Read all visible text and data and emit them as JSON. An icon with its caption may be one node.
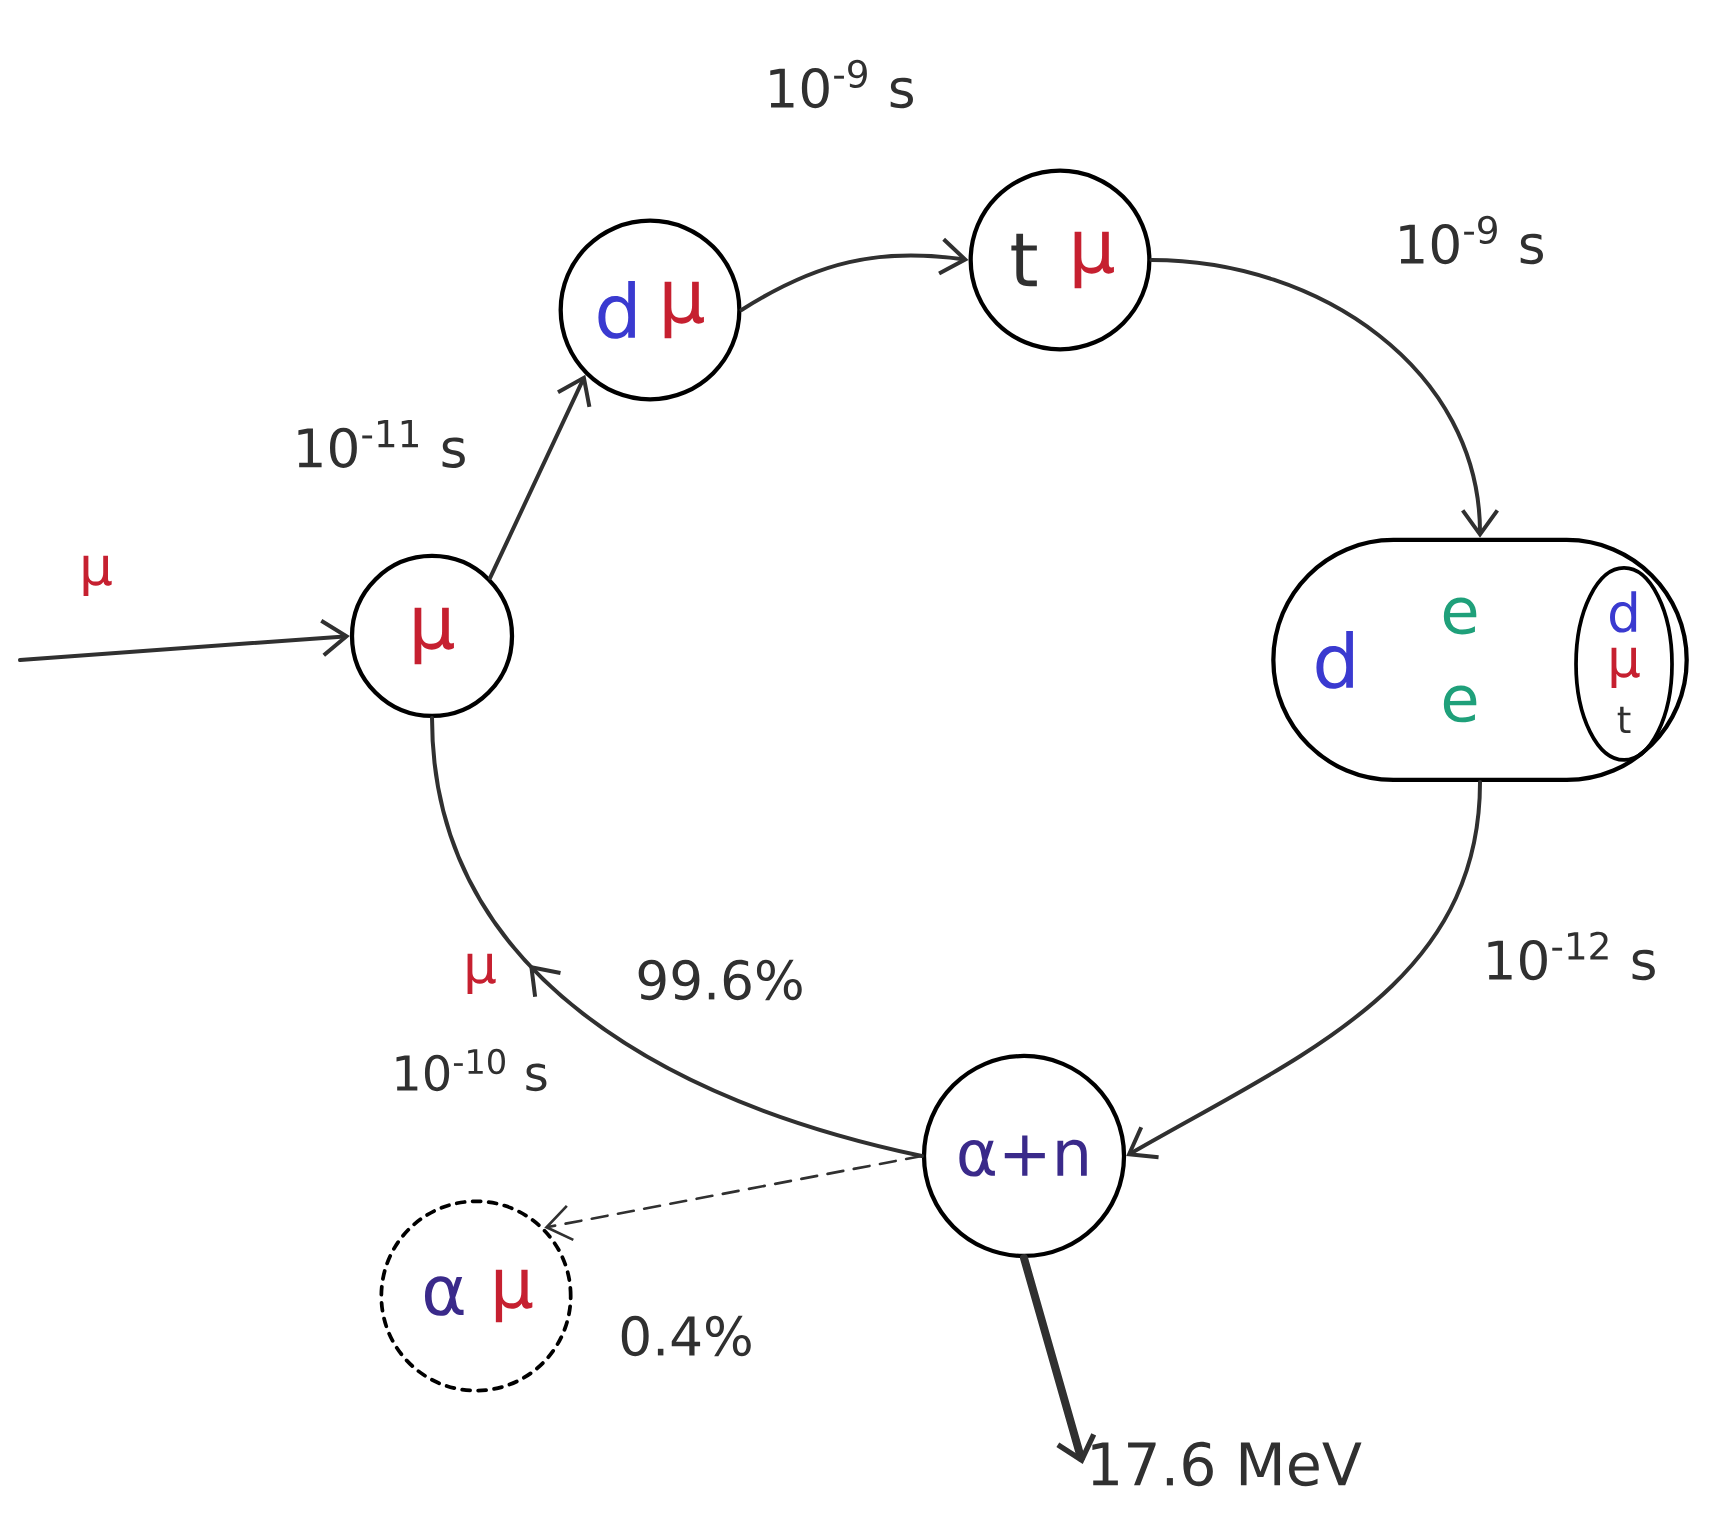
{
  "diagram": {
    "nodes": [
      {
        "text": [
          "μ"
        ]
      },
      {
        "text": [
          "d",
          "μ"
        ]
      },
      {
        "text": [
          "t",
          "μ"
        ]
      },
      {
        "text": [
          "d",
          "e",
          "e"
        ]
      },
      {
        "text": [
          "d",
          "μ",
          "t"
        ],
        "in": 3
      },
      {
        "text": [
          "α+n"
        ]
      },
      {
        "text": [
          "α",
          "μ"
        ]
      },
      {
        "text": [
          "17.6 MeV"
        ]
      }
    ],
    "edges": [
      {
        "from": null,
        "to": 0,
        "arrow": "to",
        "label": "μ"
      },
      {
        "from": 0,
        "to": 1,
        "arrow": "to",
        "label": "10$^{-11}$ s"
      },
      {
        "from": 1,
        "to": 2,
        "arrow": "to",
        "label": "10$^{-9}$ s"
      },
      {
        "from": 2,
        "to": 3,
        "arrow": "to",
        "label": "10$^{-9}$ s"
      },
      {
        "from": 3,
        "to": 5,
        "arrow": "to",
        "label": "10$^{-12}$ s"
      },
      {
        "from": 5,
        "to": 0,
        "arrow": "to",
        "label": "99.6%"
      },
      {
        "from": 5,
        "to": 6,
        "arrow": "to",
        "label": "0.4%",
        "style": "dashed"
      },
      {
        "from": 5,
        "to": 7,
        "arrow": "to",
        "style": "thick"
      }
    ],
    "labels": [
      "μ",
      "10$^{-10}$ s"
    ]
  }
}
